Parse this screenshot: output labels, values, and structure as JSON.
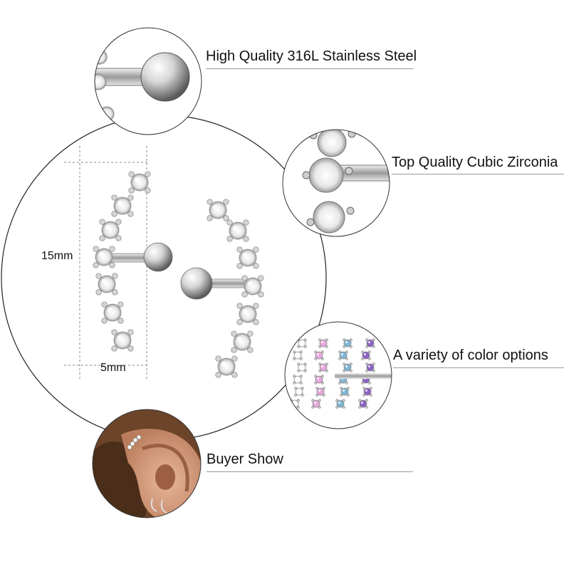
{
  "captions": {
    "steel": "High Quality 316L Stainless Steel",
    "zirconia": "Top Quality Cubic Zirconia",
    "colors": "A variety of color options",
    "buyer": "Buyer Show"
  },
  "dimensions": {
    "height": "15mm",
    "width": "5mm"
  },
  "gem_colors": {
    "clear": "#ffffff",
    "pink": "#e7a8dc",
    "blue": "#7fb6d6",
    "purple": "#8b63c4",
    "metal": "#c9c9c9",
    "skin": "#d9a889",
    "hair": "#5a3a22"
  }
}
